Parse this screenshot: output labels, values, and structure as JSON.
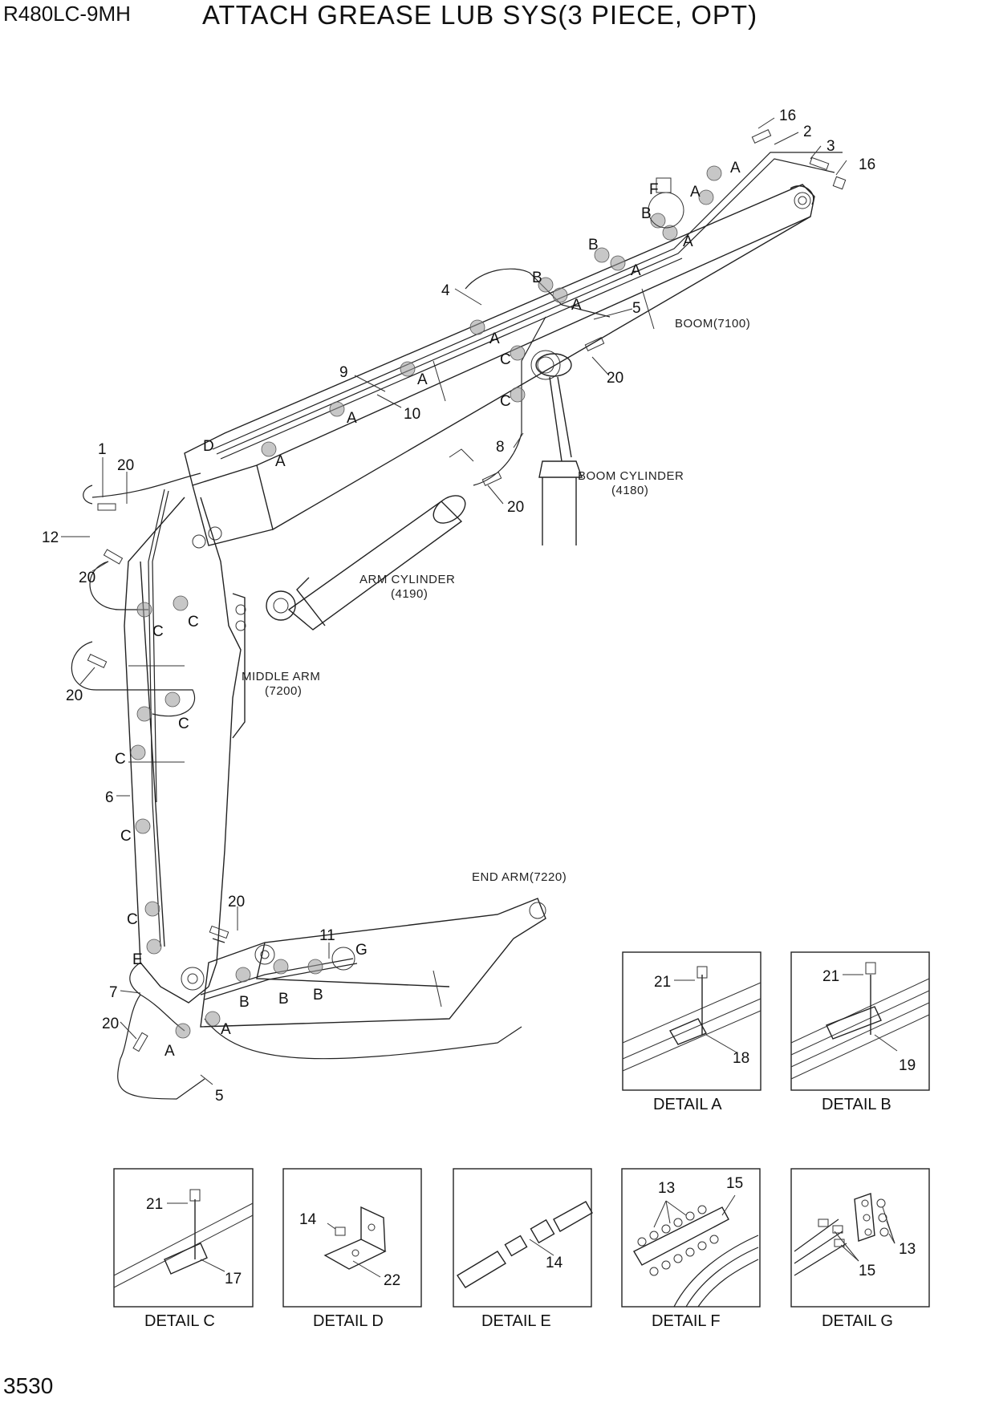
{
  "header": {
    "model": "R480LC-9MH",
    "title": "ATTACH GREASE LUB SYS(3 PIECE, OPT)"
  },
  "page_number": "3530",
  "captions": {
    "boom": "BOOM(7100)",
    "boom_cylinder": "BOOM CYLINDER",
    "boom_cylinder_no": "(4180)",
    "arm_cylinder": "ARM CYLINDER",
    "arm_cylinder_no": "(4190)",
    "middle_arm": "MIDDLE ARM",
    "middle_arm_no": "(7200)",
    "end_arm": "END ARM(7220)"
  },
  "callouts": {
    "n1": "1",
    "n2": "2",
    "n3": "3",
    "n4": "4",
    "n5": "5",
    "n5b": "5",
    "n6": "6",
    "n7": "7",
    "n8": "8",
    "n9": "9",
    "n10": "10",
    "n11": "11",
    "n12": "12",
    "n16a": "16",
    "n16b": "16",
    "n20a": "20",
    "n20b": "20",
    "n20c": "20",
    "n20d": "20",
    "n20e": "20",
    "n20f": "20",
    "n20g": "20"
  },
  "detail_letters": {
    "A1": "A",
    "A2": "A",
    "A3": "A",
    "A4": "A",
    "A5": "A",
    "A6": "A",
    "A7": "A",
    "A8": "A",
    "A9": "A",
    "A10": "A",
    "A11": "A",
    "B1": "B",
    "B2": "B",
    "B3": "B",
    "B4": "B",
    "B5": "B",
    "B6": "B",
    "C1": "C",
    "C2": "C",
    "C3": "C",
    "C4": "C",
    "C5": "C",
    "C6": "C",
    "C7": "C",
    "C8": "C",
    "D1": "D",
    "E1": "E",
    "F1": "F",
    "G1": "G"
  },
  "details": [
    {
      "title": "DETAIL A",
      "parts": [
        "21",
        "18"
      ]
    },
    {
      "title": "DETAIL B",
      "parts": [
        "21",
        "19"
      ]
    },
    {
      "title": "DETAIL C",
      "parts": [
        "21",
        "17"
      ]
    },
    {
      "title": "DETAIL D",
      "parts": [
        "14",
        "22"
      ]
    },
    {
      "title": "DETAIL E",
      "parts": [
        "14"
      ]
    },
    {
      "title": "DETAIL F",
      "parts": [
        "13",
        "15"
      ]
    },
    {
      "title": "DETAIL G",
      "parts": [
        "13",
        "15"
      ]
    }
  ]
}
